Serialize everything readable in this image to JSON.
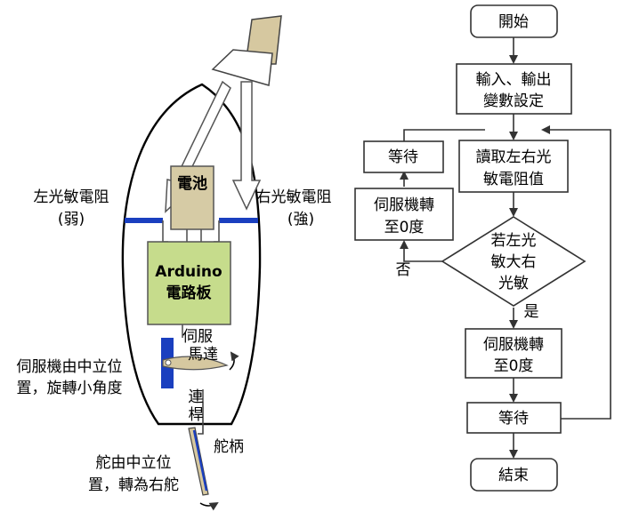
{
  "boat_diagram": {
    "battery_label": "電池",
    "board_label_line1": "Arduino",
    "board_label_line2": "電路板",
    "left_sensor_line1": "左光敏電阻",
    "left_sensor_line2": "(弱)",
    "right_sensor_line1": "右光敏電阻",
    "right_sensor_line2": "(強)",
    "servo_line1": "伺服",
    "servo_line2": "馬達",
    "servo_desc_line1": "伺服機由中立位",
    "servo_desc_line2": "置，旋轉小角度",
    "linkage_char1": "連",
    "linkage_char2": "桿",
    "tiller_label": "舵柄",
    "rudder_desc_line1": "舵由中立位",
    "rudder_desc_line2": "置，轉為右舵",
    "colors": {
      "battery_fill": "#d6cba5",
      "board_fill": "#c6dc8c",
      "sensor_blue": "#1a3fbf",
      "lamp_fill": "#d6c8a0"
    }
  },
  "flowchart": {
    "start": "開始",
    "io_line1": "輸入、輸出",
    "io_line2": "變數設定",
    "read_line1": "讀取左右光",
    "read_line2": "敏電阻值",
    "wait1": "等待",
    "servo1_line1": "伺服機轉",
    "servo1_line2": "至0度",
    "decision_line1": "若左光",
    "decision_line2": "敏大右",
    "decision_line3": "光敏",
    "no_label": "否",
    "yes_label": "是",
    "servo2_line1": "伺服機轉",
    "servo2_line2": "至0度",
    "wait2": "等待",
    "end": "結束"
  }
}
